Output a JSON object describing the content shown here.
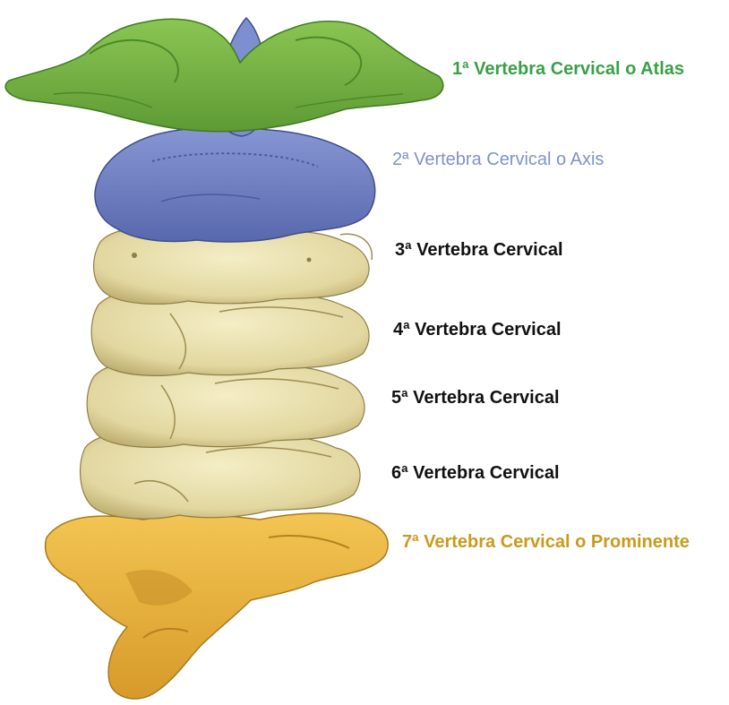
{
  "labels": [
    {
      "id": "c1",
      "text": "1ª Vertebra Cervical o Atlas",
      "color": "#3aa047",
      "bold": true
    },
    {
      "id": "c2",
      "text": "2ª Vertebra Cervical o Axis",
      "color": "#7e93c6",
      "bold": false
    },
    {
      "id": "c3",
      "text": "3ª Vertebra Cervical",
      "color": "#111111",
      "bold": true
    },
    {
      "id": "c4",
      "text": "4ª Vertebra Cervical",
      "color": "#111111",
      "bold": true
    },
    {
      "id": "c5",
      "text": "5ª Vertebra Cervical",
      "color": "#111111",
      "bold": true
    },
    {
      "id": "c6",
      "text": "6ª Vertebra Cervical",
      "color": "#111111",
      "bold": true
    },
    {
      "id": "c7",
      "text": "7ª Vertebra Cervical o Prominente",
      "color": "#c99a1e",
      "bold": true
    }
  ],
  "colors": {
    "atlas": "#77b843",
    "axis": "#6f7fc4",
    "bone": "#e8dfad",
    "prominent": "#eab441"
  }
}
